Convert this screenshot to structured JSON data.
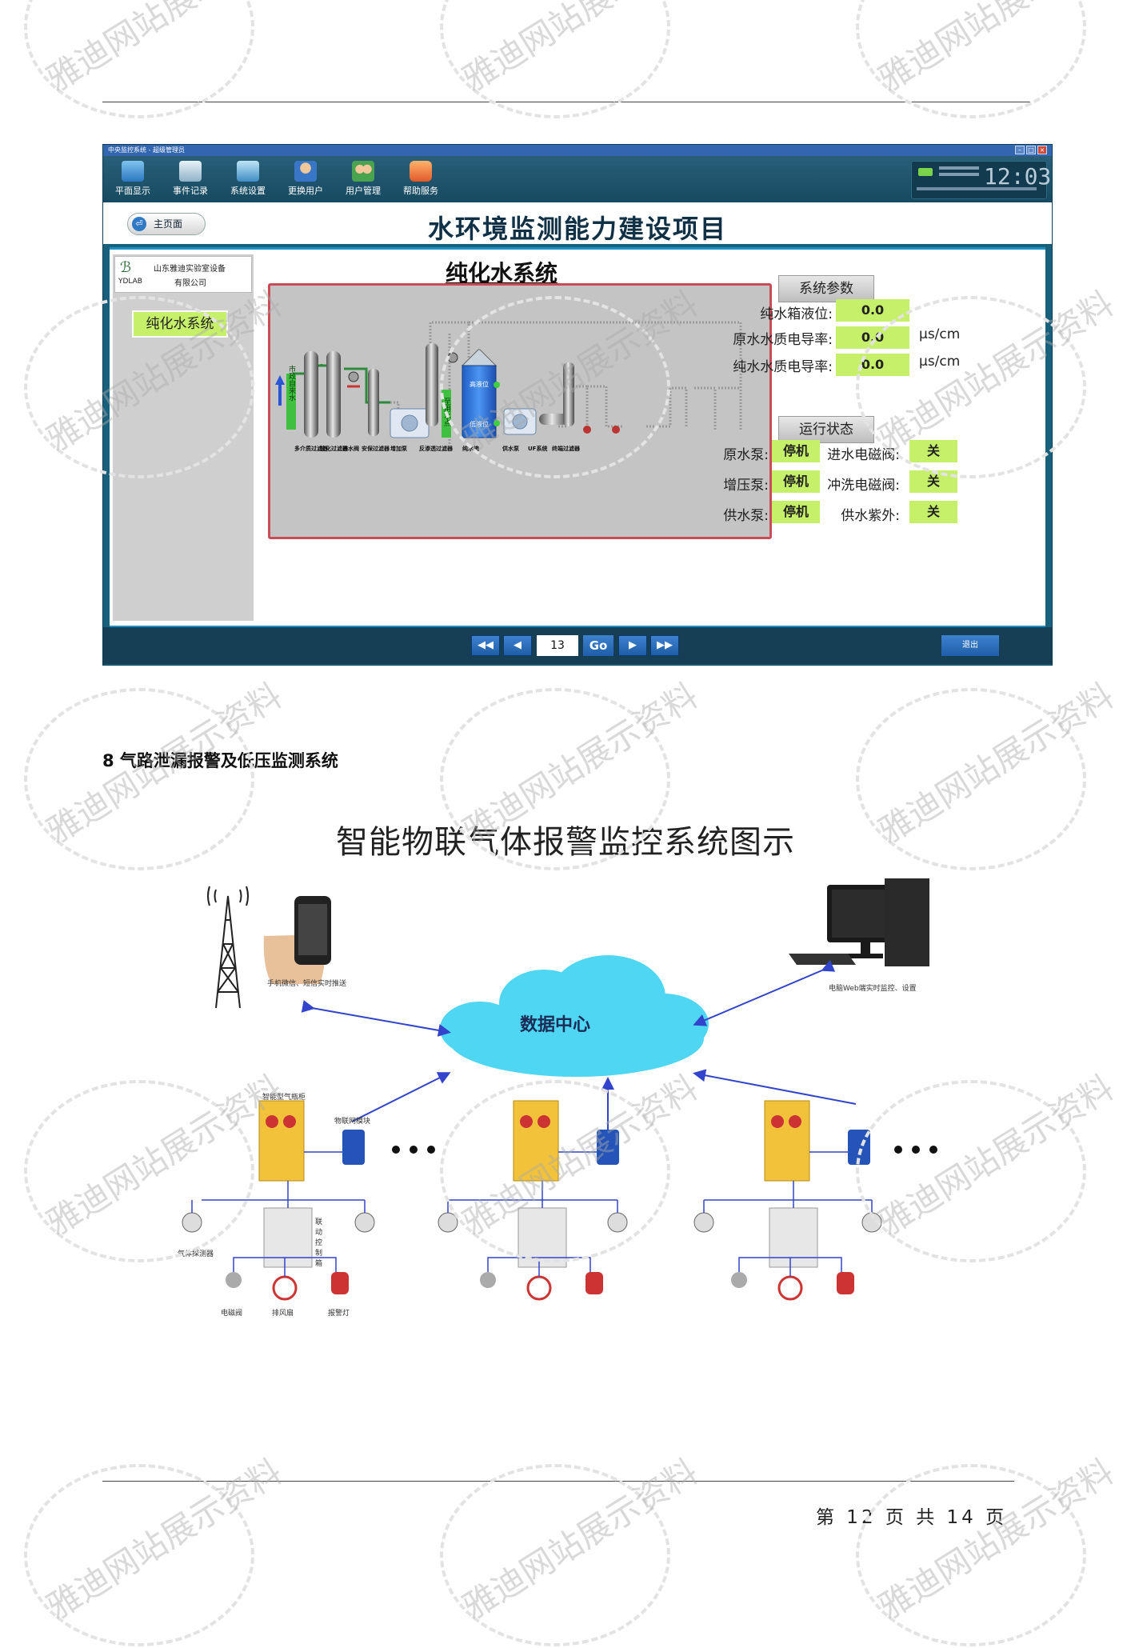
{
  "watermark": {
    "text": "雅迪网站展示资料"
  },
  "scada": {
    "window_title": "中央监控系统 - 超级管理员",
    "toolbar": [
      "平面显示",
      "事件记录",
      "系统设置",
      "更换用户",
      "用户管理",
      "帮助服务"
    ],
    "clock": "12:03",
    "main_page_button": "主页面",
    "project_title": "水环境监测能力建设项目",
    "company_logo_text": "YDLAB",
    "company_name_line1": "山东雅迪实验室设备",
    "company_name_line2": "有限公司",
    "nav_item": "纯化水系统",
    "system_title": "纯化水系统",
    "diagram": {
      "inlet_label": "市政自来水",
      "return_label": "至用水点",
      "tank_high": "高液位",
      "tank_low": "低液位",
      "components": [
        "多介质过滤器",
        "软化过滤器",
        "进水阀",
        "安保过滤器",
        "增加泵",
        "反渗透过滤器",
        "纯水箱",
        "供水泵",
        "UF系统",
        "终端过滤器"
      ]
    },
    "params_heading": "系统参数",
    "params": [
      {
        "label": "纯水箱液位:",
        "value": "0.0",
        "unit": ""
      },
      {
        "label": "原水水质电导率:",
        "value": "0.0",
        "unit": "μs/cm"
      },
      {
        "label": "纯水水质电导率:",
        "value": "0.0",
        "unit": "μs/cm"
      }
    ],
    "status_heading": "运行状态",
    "status": [
      {
        "label": "原水泵:",
        "value": "停机",
        "label2": "进水电磁阀:",
        "value2": "关"
      },
      {
        "label": "增压泵:",
        "value": "停机",
        "label2": "冲洗电磁阀:",
        "value2": "关"
      },
      {
        "label": "供水泵:",
        "value": "停机",
        "label2": "供水紫外:",
        "value2": "关"
      }
    ],
    "page_number": "13",
    "go_button": "Go",
    "exit_button": "退出"
  },
  "section8": {
    "heading": "8 气路泄漏报警及低压监测系统",
    "figure_title": "智能物联气体报警监控系统图示",
    "cloud_label": "数据中心",
    "phone_caption": "手机微信、短信实时推送",
    "pc_caption": "电脑Web端实时监控、设置",
    "cabinet_caption": "智能型气瓶柜",
    "iot_module_caption": "物联网模块",
    "detector_caption": "气体探测器",
    "controller_caption": "联动控制箱",
    "valve_caption": "电磁阀",
    "fan_caption": "排风扇",
    "alarm_caption": "报警灯"
  },
  "footer": {
    "page_text": "第 12 页 共 14 页"
  },
  "colors": {
    "scada_frame": "#19607c",
    "indicator_green": "#c6f06a",
    "cloud": "#4fd6f2",
    "diagram_border": "#c94c56"
  }
}
